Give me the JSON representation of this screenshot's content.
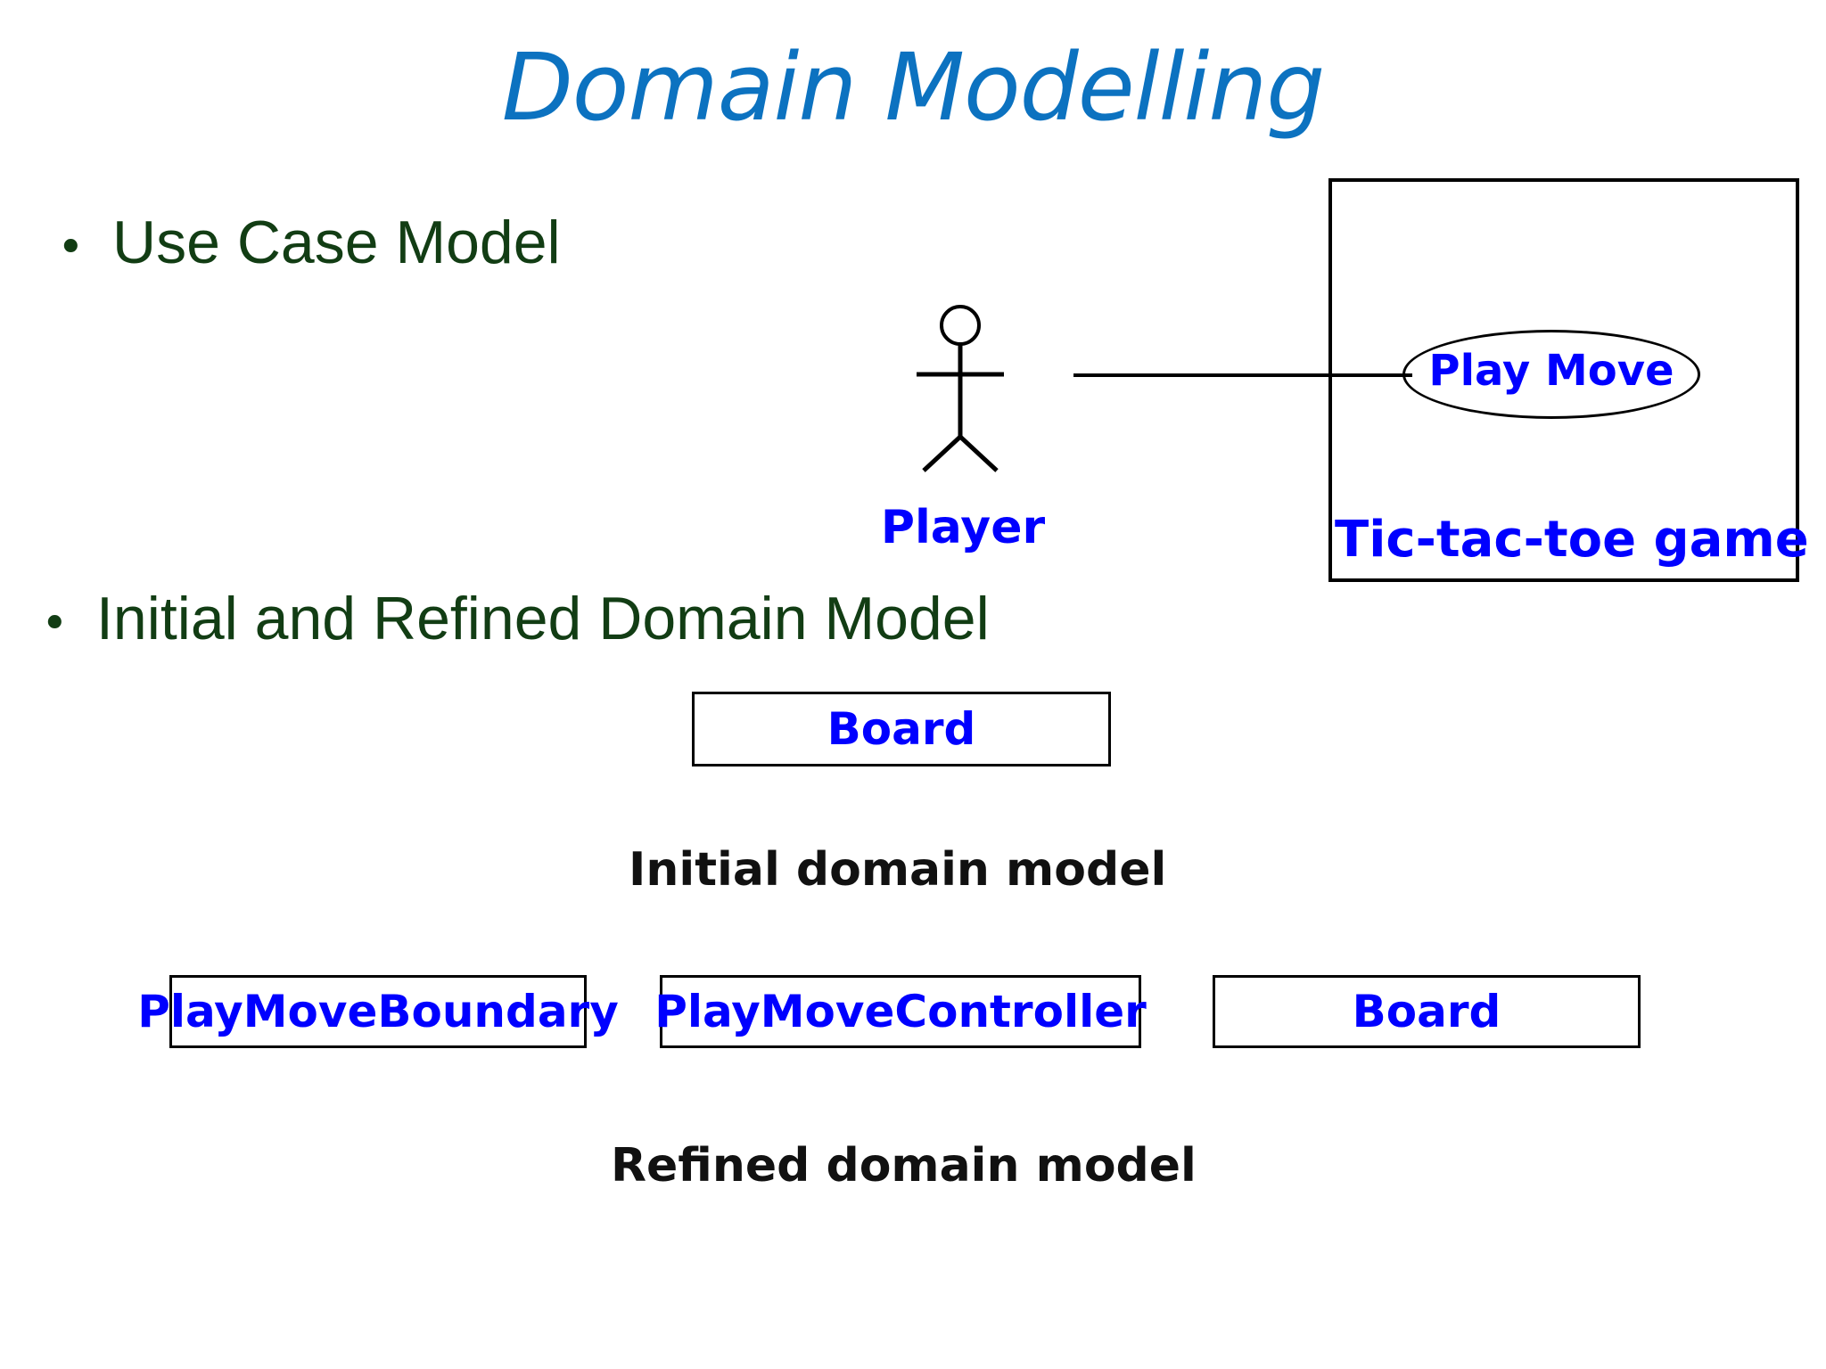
{
  "slide": {
    "title": "Domain Modelling",
    "background_color": "#ffffff",
    "title_color": "#0c72c0"
  },
  "bullets": [
    {
      "marker": "•",
      "label": "Use Case Model",
      "color": "#123d14"
    },
    {
      "marker": "•",
      "label": "Initial and Refined Domain Model",
      "color": "#123d14"
    }
  ],
  "use_case_diagram": {
    "actor": {
      "name": "Player",
      "icon": "stick-figure-actor",
      "label_color": "#0000ff"
    },
    "association": {
      "from": "Player",
      "to": "Play Move"
    },
    "system_boundary": {
      "label": "Tic-tac-toe game",
      "label_color": "#0000ff",
      "border_color": "#000000"
    },
    "use_cases": [
      {
        "label": "Play Move",
        "label_color": "#0000ff",
        "shape": "ellipse"
      }
    ]
  },
  "domain_models": {
    "initial": {
      "caption": "Initial domain model",
      "caption_color": "#111111",
      "classes": [
        {
          "name": "Board",
          "label_color": "#0000ff"
        }
      ]
    },
    "refined": {
      "caption": "Refined domain model",
      "caption_color": "#111111",
      "classes": [
        {
          "name": "PlayMoveBoundary",
          "label_color": "#0000ff"
        },
        {
          "name": "PlayMoveController",
          "label_color": "#0000ff"
        },
        {
          "name": "Board",
          "label_color": "#0000ff"
        }
      ]
    }
  }
}
